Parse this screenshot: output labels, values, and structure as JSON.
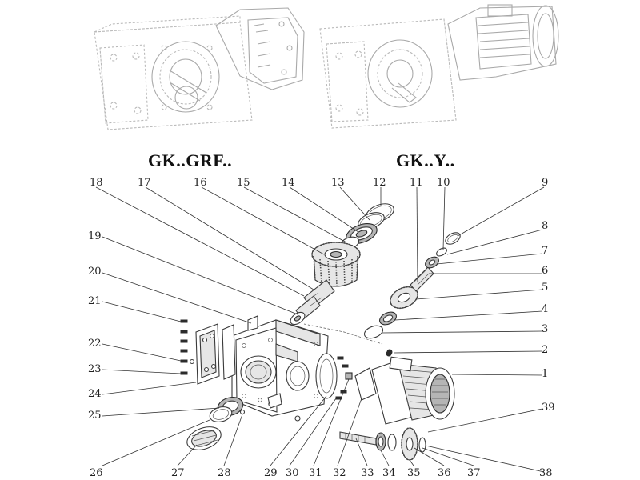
{
  "titles": {
    "left": "GK..GRF..",
    "right": "GK..Y.."
  },
  "callouts": [
    {
      "id": "n1",
      "text": "1"
    },
    {
      "id": "n2",
      "text": "2"
    },
    {
      "id": "n3",
      "text": "3"
    },
    {
      "id": "n4",
      "text": "4"
    },
    {
      "id": "n5",
      "text": "5"
    },
    {
      "id": "n6",
      "text": "6"
    },
    {
      "id": "n7",
      "text": "7"
    },
    {
      "id": "n8",
      "text": "8"
    },
    {
      "id": "n9",
      "text": "9"
    },
    {
      "id": "n10",
      "text": "10"
    },
    {
      "id": "n11",
      "text": "11"
    },
    {
      "id": "n12",
      "text": "12"
    },
    {
      "id": "n13",
      "text": "13"
    },
    {
      "id": "n14",
      "text": "14"
    },
    {
      "id": "n15",
      "text": "15"
    },
    {
      "id": "n16",
      "text": "16"
    },
    {
      "id": "n17",
      "text": "17"
    },
    {
      "id": "n18",
      "text": "18"
    },
    {
      "id": "n19",
      "text": "19"
    },
    {
      "id": "n20",
      "text": "20"
    },
    {
      "id": "n21",
      "text": "21"
    },
    {
      "id": "n22",
      "text": "22"
    },
    {
      "id": "n23",
      "text": "23"
    },
    {
      "id": "n24",
      "text": "24"
    },
    {
      "id": "n25",
      "text": "25"
    },
    {
      "id": "n26",
      "text": "26"
    },
    {
      "id": "n27",
      "text": "27"
    },
    {
      "id": "n28",
      "text": "28"
    },
    {
      "id": "n29",
      "text": "29"
    },
    {
      "id": "n30",
      "text": "30"
    },
    {
      "id": "n31",
      "text": "31"
    },
    {
      "id": "n32",
      "text": "32"
    },
    {
      "id": "n33",
      "text": "33"
    },
    {
      "id": "n34",
      "text": "34"
    },
    {
      "id": "n35",
      "text": "35"
    },
    {
      "id": "n36",
      "text": "36"
    },
    {
      "id": "n37",
      "text": "37"
    },
    {
      "id": "n38",
      "text": "38"
    },
    {
      "id": "n39",
      "text": "39"
    }
  ],
  "colors": {
    "line": "#333333",
    "ghost": "#b9b9b9",
    "dark": "#2b2b2b",
    "background": "#ffffff"
  }
}
